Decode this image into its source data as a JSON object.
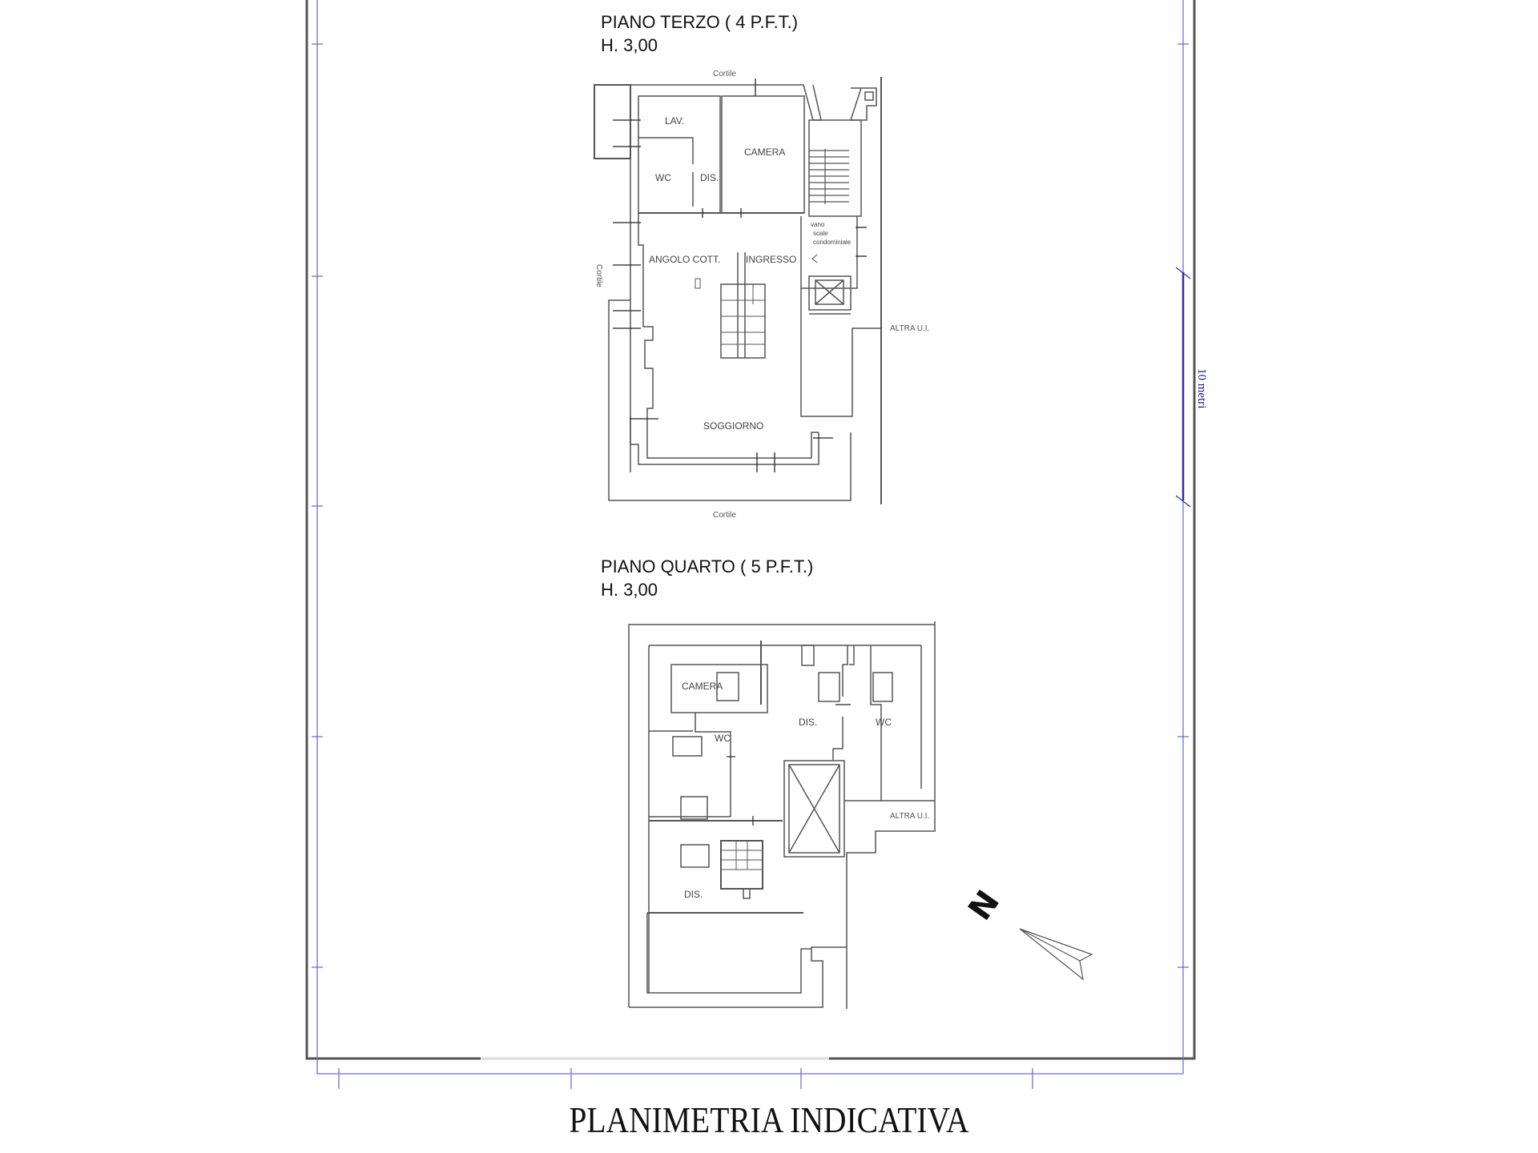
{
  "drawing": {
    "main_title": "PLANIMETRIA INDICATIVA",
    "scale_bar_label": "10 metri",
    "north_label": "N",
    "colors": {
      "frame": "#555555",
      "scale": "#5a5acc",
      "walls": "#444444",
      "text": "#333333"
    }
  },
  "floors": [
    {
      "title": "PIANO TERZO ( 4 P.F.T.)",
      "height": "H. 3,00",
      "surroundings": {
        "top": "Cortile",
        "left": "Cortile",
        "bottom": "Cortile",
        "right": "ALTRA U.I."
      },
      "rooms": {
        "lav": "LAV.",
        "camera": "CAMERA",
        "wc": "WC",
        "dis": "DIS.",
        "angolo_cottura": "ANGOLO COTT.",
        "ingresso": "INGRESSO",
        "soggiorno": "SOGGIORNO",
        "vano_scale": [
          "vano",
          "scale",
          "condominiale"
        ]
      }
    },
    {
      "title": "PIANO QUARTO ( 5 P.F.T.)",
      "height": "H. 3,00",
      "surroundings": {
        "right": "ALTRA U.I."
      },
      "rooms": {
        "camera": "CAMERA",
        "wc_left": "WC",
        "dis_center": "DIS.",
        "wc_right": "WC",
        "dis_bottom": "DIS."
      }
    }
  ]
}
